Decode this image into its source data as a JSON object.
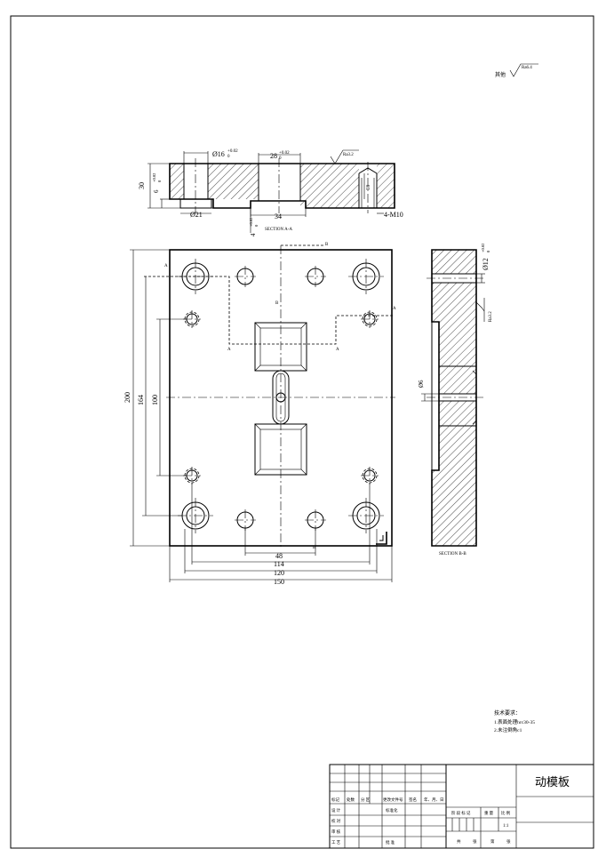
{
  "roughness": {
    "rest_label": "其他",
    "rest_value": "Ra6.4",
    "section_value": "Ra3.2"
  },
  "section_aa": {
    "label": "SECTION A-A",
    "d_left": "Ø16",
    "d_left_tol": "+0.02",
    "d_left_tol2": "0",
    "w_center": "28",
    "w_center_tol": "+0.02",
    "w_center_tol2": "0",
    "h_total": "30",
    "h_step": "6",
    "h_step_tol": "+0.02",
    "h_step_tol2": "0",
    "d_bottom": "Ø21",
    "w_bottom": "34",
    "h_bottom": "4",
    "h_bottom_tol": "+0.02",
    "h_bottom_tol2": "0",
    "thread": "4-M10",
    "thread_depth": "18"
  },
  "plan": {
    "marker_a": "A",
    "marker_b": "B",
    "dim_200": "200",
    "dim_164": "164",
    "dim_100": "100",
    "dim_48": "48",
    "dim_114": "114",
    "dim_120": "120",
    "dim_150": "150"
  },
  "section_bb": {
    "label": "SECTION B-B",
    "d_top": "Ø12",
    "d_top_tol": "+0.02",
    "d_top_tol2": "0",
    "d_mid": "Ø6",
    "roughness": "Ra3.2"
  },
  "notes": {
    "title": "技术要求：",
    "line1": "1.表面处理hrc30-35",
    "line2": "2.未注倒角c1"
  },
  "title_block": {
    "part_name": "动模板",
    "scale": "1:1",
    "headers": [
      "标记",
      "处数",
      "分 区",
      "更改文件号",
      "签名",
      "年、月、日"
    ],
    "roles": [
      "设 计",
      "校 对",
      "审 核",
      "工 艺"
    ],
    "standardize": "标准化",
    "approve": "批 准",
    "stage_label": "阶 段 标 记",
    "weight_label": "重 量",
    "scale_label": "比 例",
    "sheet_total": "共",
    "sheet_word": "张",
    "sheet_no": "第",
    "sheet_word2": "张"
  }
}
